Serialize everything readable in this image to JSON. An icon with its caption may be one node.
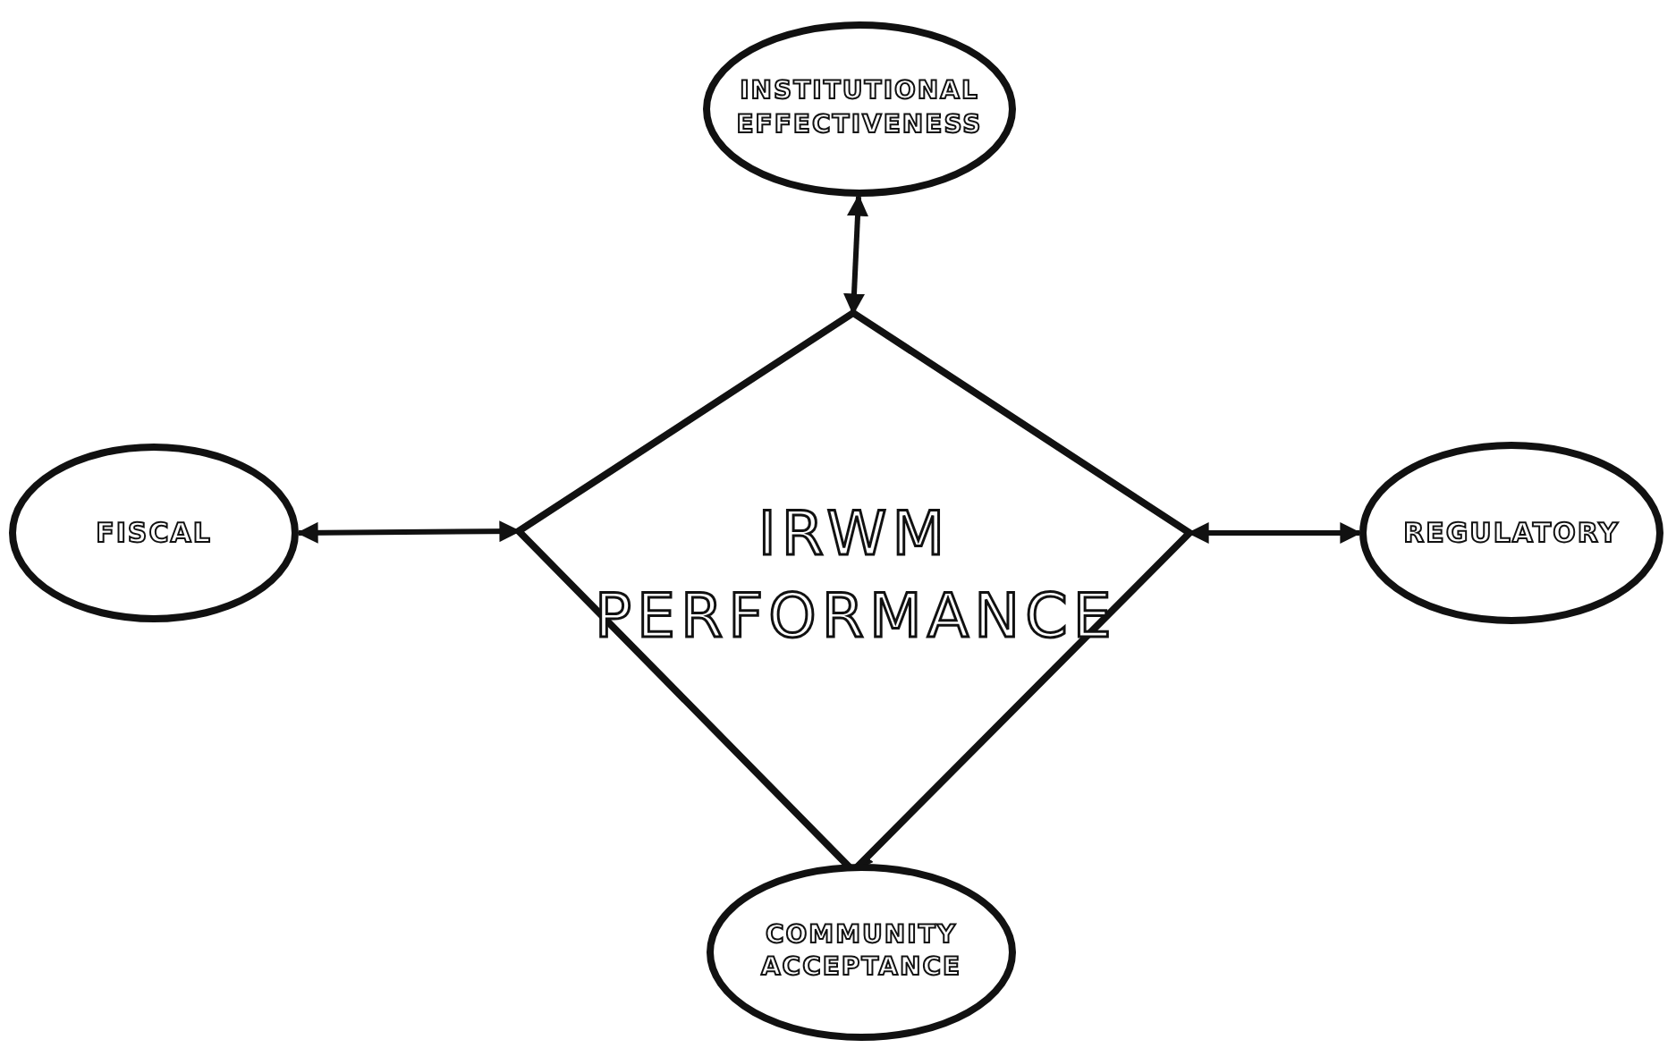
{
  "diagram": {
    "nodes": [
      {
        "text": [
          "IRWM PERFORMANCE"
        ]
      },
      {
        "text": [
          "INSTITUTIONAL EFFECTIVENESS"
        ]
      },
      {
        "text": [
          "FISCAL"
        ]
      },
      {
        "text": [
          "REGULATORY"
        ]
      },
      {
        "text": [
          "COMMUNITY ACCEPTANCE"
        ]
      }
    ],
    "edges": [
      {
        "from": 1,
        "to": 0,
        "arrow": "both"
      },
      {
        "from": 2,
        "to": 0,
        "arrow": "both"
      },
      {
        "from": 0,
        "to": 3,
        "arrow": "both"
      },
      {
        "from": 0,
        "to": 4,
        "arrow": "both"
      }
    ]
  }
}
